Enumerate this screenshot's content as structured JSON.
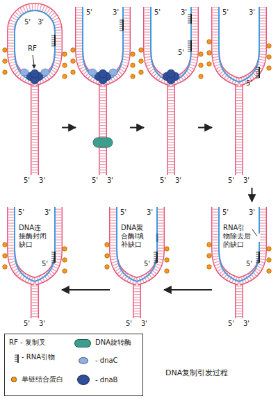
{
  "diagram": {
    "title": "DNA复制引发过程",
    "nodes": [
      {
        "text": [
          "5'",
          "3'",
          "RF",
          "5'",
          "3'"
        ]
      },
      {
        "text": [
          "5'",
          "3'",
          "5'",
          "3'"
        ]
      },
      {
        "text": [
          "5'",
          "3'",
          "5'",
          "5'",
          "3'"
        ]
      },
      {
        "text": [
          "5'",
          "3'",
          "5'",
          "5'",
          "3'"
        ]
      },
      {
        "text": [
          "5'",
          "3'",
          "RNA引物除去后的缺口",
          "5'",
          "5'",
          "3'"
        ]
      },
      {
        "text": [
          "5'",
          "3'",
          "DNA聚合酶Ⅰ填补缺口",
          "5'",
          "5'",
          "3'"
        ]
      },
      {
        "text": [
          "5'",
          "3'",
          "DNA连接酶封闭缺口",
          "5'",
          "5'",
          "3'"
        ]
      }
    ],
    "edges": [
      {
        "from": 0,
        "to": 1,
        "arrow": "to"
      },
      {
        "from": 1,
        "to": 2,
        "arrow": "to"
      },
      {
        "from": 2,
        "to": 3,
        "arrow": "to"
      },
      {
        "from": 3,
        "to": 4,
        "arrow": "to"
      },
      {
        "from": 4,
        "to": 5,
        "arrow": "to"
      },
      {
        "from": 5,
        "to": 6,
        "arrow": "to"
      }
    ],
    "legend": [
      {
        "text": "RF - 复制叉"
      },
      {
        "text": "- RNA引物"
      },
      {
        "text": "单链结合蛋白",
        "color": "#f39a1e"
      },
      {
        "text": "DNA旋转酶",
        "color": "#3d9e8e"
      },
      {
        "text": "- dnaC",
        "color": "#8fb0e0"
      },
      {
        "text": "- dnaB",
        "color": "#2f4f9a"
      }
    ]
  }
}
